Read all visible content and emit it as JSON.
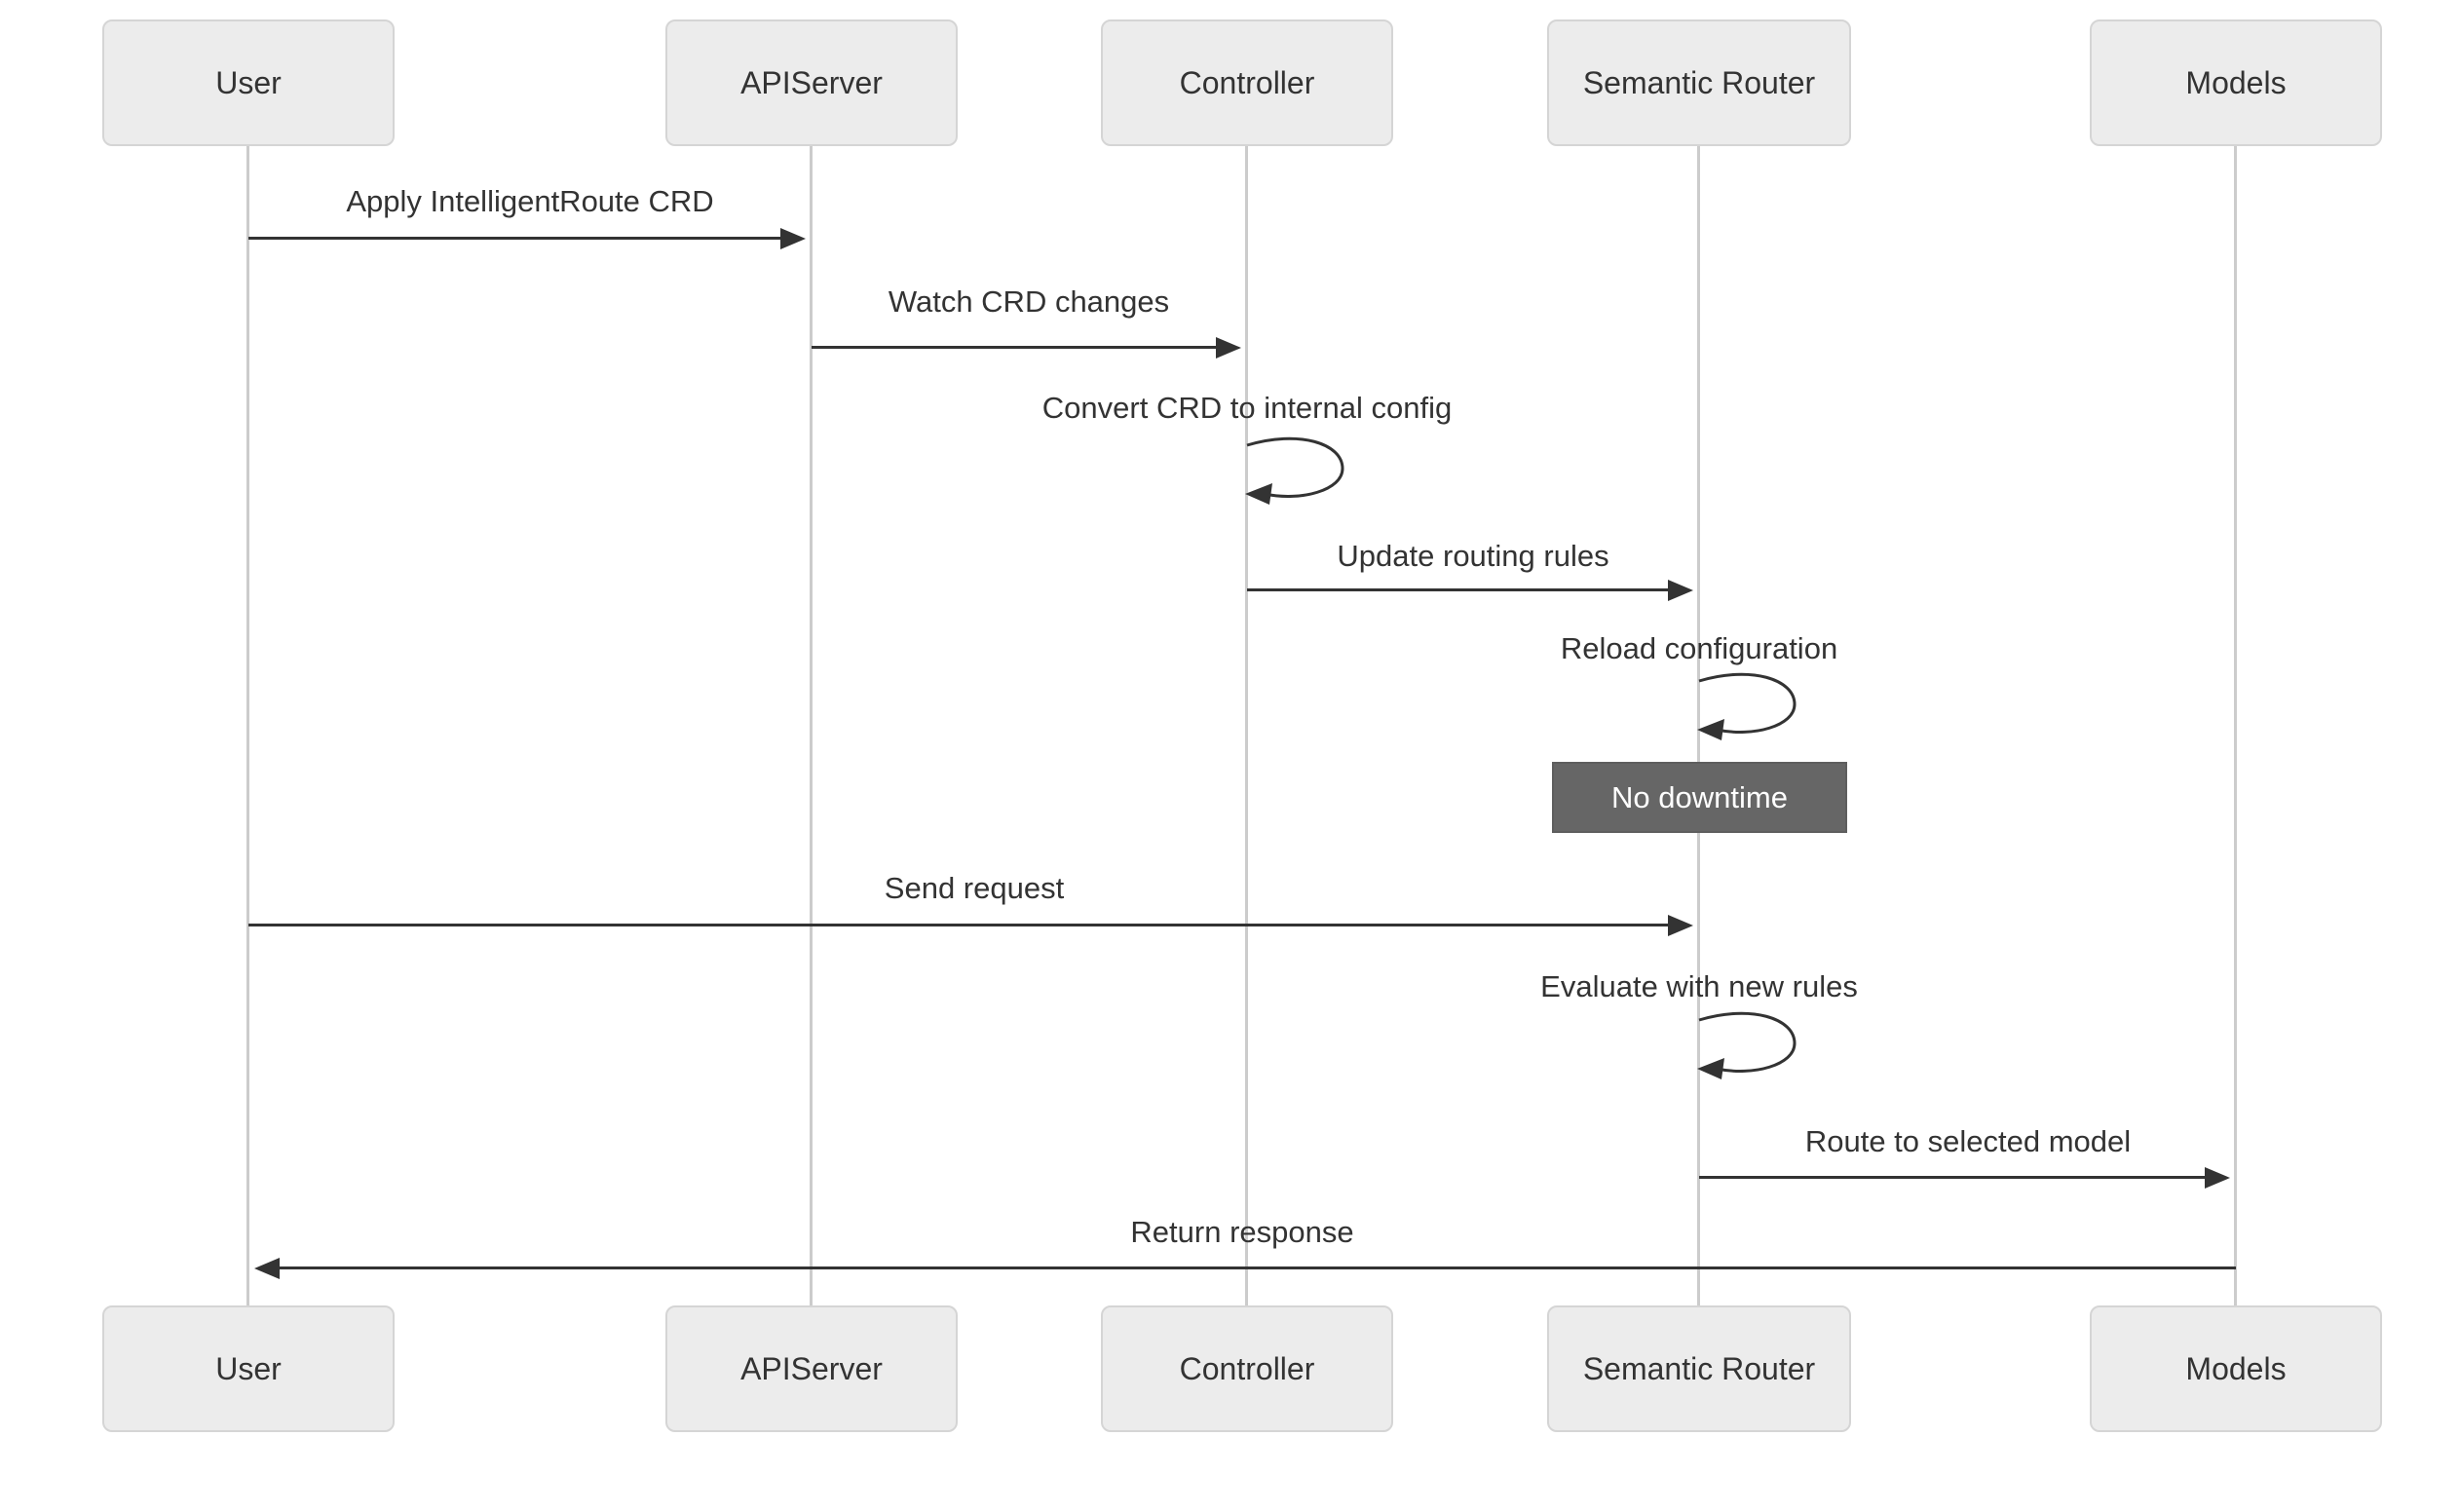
{
  "diagram": {
    "kind": "sequence-diagram",
    "participants": [
      "User",
      "APIServer",
      "Controller",
      "Semantic Router",
      "Models"
    ],
    "messages": [
      {
        "label": "Apply IntelligentRoute CRD",
        "from": "User",
        "to": "APIServer",
        "type": "arrow"
      },
      {
        "label": "Watch CRD changes",
        "from": "APIServer",
        "to": "Controller",
        "type": "arrow"
      },
      {
        "label": "Convert CRD to internal config",
        "from": "Controller",
        "to": "Controller",
        "type": "self"
      },
      {
        "label": "Update routing rules",
        "from": "Controller",
        "to": "Semantic Router",
        "type": "arrow"
      },
      {
        "label": "Reload configuration",
        "from": "Semantic Router",
        "to": "Semantic Router",
        "type": "self"
      },
      {
        "label": "Send request",
        "from": "User",
        "to": "Semantic Router",
        "type": "arrow"
      },
      {
        "label": "Evaluate with new rules",
        "from": "Semantic Router",
        "to": "Semantic Router",
        "type": "self"
      },
      {
        "label": "Route to selected model",
        "from": "Semantic Router",
        "to": "Models",
        "type": "arrow"
      },
      {
        "label": "Return response",
        "from": "Models",
        "to": "User",
        "type": "arrow"
      }
    ],
    "note": {
      "label": "No downtime",
      "over": "Semantic Router"
    },
    "colors": {
      "background": "#ffffff",
      "actor_fill": "#ececec",
      "actor_border": "#d5d5d5",
      "actor_text": "#333333",
      "lifeline": "#cccccc",
      "signal": "#333333",
      "note_fill": "#666666",
      "note_text": "#ffffff"
    }
  }
}
